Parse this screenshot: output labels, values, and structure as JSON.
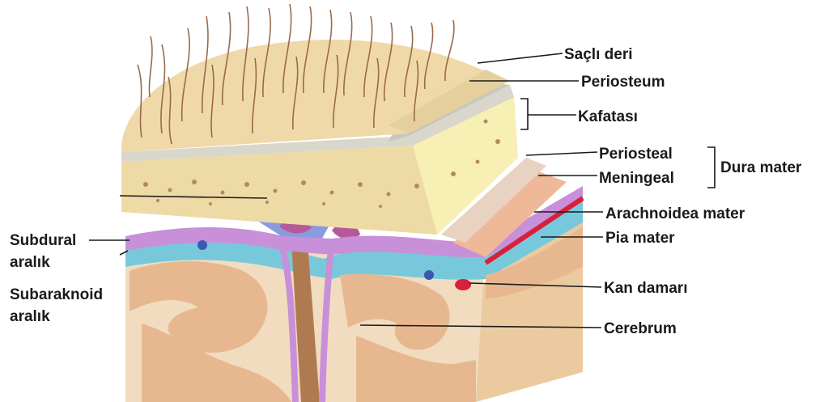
{
  "labels": {
    "sacli_deri": "Saçlı deri",
    "periosteum": "Periosteum",
    "kafatasi": "Kafatası",
    "periosteal": "Periosteal",
    "meningeal": "Meningeal",
    "dura_mater": "Dura mater",
    "arachnoidea": "Arachnoidea mater",
    "pia_mater": "Pia mater",
    "kan_damari": "Kan damarı",
    "cerebrum": "Cerebrum",
    "subdural_1": "Subdural",
    "subdural_2": "aralık",
    "subarachnoid_1": "Subaraknoid",
    "subarachnoid_2": "aralık"
  },
  "colors": {
    "scalp": "#f0d9a8",
    "hair": "#9a6a4a",
    "periosteum": "#d9d6cc",
    "bone_compact": "#f7efb4",
    "bone_spongy": "#eedaa5",
    "dura": "#efb898",
    "arachnoid": "#c890d8",
    "pia": "#78c8dc",
    "grey_matter": "#e7b890",
    "white_matter": "#f1dcc0",
    "vessel": "#d8203a",
    "sinus": "#8b9be0",
    "text": "#1a1a1a"
  }
}
